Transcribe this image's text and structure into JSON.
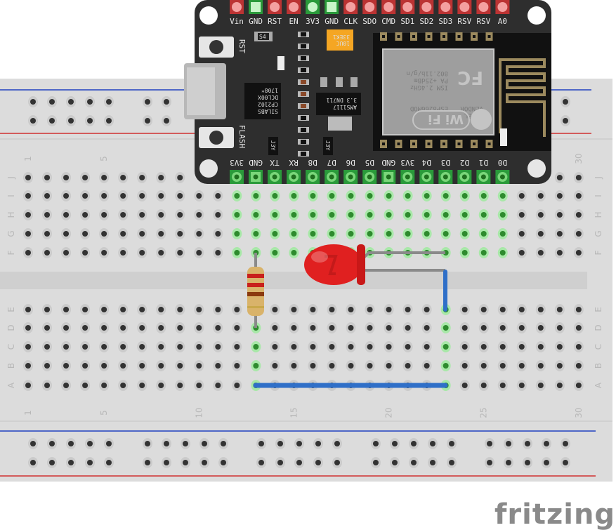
{
  "breadboard": {
    "row_letters_top": [
      "J",
      "I",
      "H",
      "G",
      "F"
    ],
    "row_letters_bottom": [
      "E",
      "D",
      "C",
      "B",
      "A"
    ],
    "column_numbers": [
      "1",
      "5",
      "10",
      "15",
      "20",
      "25",
      "30"
    ],
    "columns": 30,
    "colors": {
      "body": "#dcdcdc",
      "rail_red": "#d03030",
      "rail_blue": "#2040c0",
      "hole": "#333333",
      "hole_active": "#6fd66f"
    }
  },
  "nodemcu": {
    "top_pins": [
      "Vin",
      "GND",
      "RST",
      "EN",
      "3V3",
      "GND",
      "CLK",
      "SDO",
      "CMD",
      "SD1",
      "SD2",
      "SD3",
      "RSV",
      "RSV",
      "A0"
    ],
    "top_pin_types": [
      "power",
      "ground",
      "io",
      "io",
      "power-connected",
      "ground",
      "io",
      "io",
      "io",
      "io",
      "io",
      "io",
      "io",
      "io",
      "io"
    ],
    "bottom_pins": [
      "3V3",
      "GND",
      "TX",
      "RX",
      "D8",
      "D7",
      "D6",
      "D5",
      "GND",
      "3V3",
      "D4",
      "D3",
      "D2",
      "D1",
      "D0"
    ],
    "button_labels": {
      "rst": "RST",
      "flash": "FLASH"
    },
    "usb_chip": [
      "SILABS",
      "CP2102",
      "DCL00X",
      "1708*"
    ],
    "regulator": [
      "AMS1117",
      "3.3  DN711"
    ],
    "capacitor": [
      "10UC",
      "33EK1"
    ],
    "module": {
      "lines": [
        "MODEL",
        "VENDOR",
        "ESP8266MOD",
        "ISM 2.4GHz",
        "PA +25dBm",
        "802.11b/g/n"
      ],
      "wifi": "Wi Fi",
      "fcc": "FC"
    },
    "small_parts": [
      "S4",
      "J3Y",
      "J3Y"
    ],
    "colors": {
      "board": "#2e2e2e",
      "pin_connected": "#4caf50",
      "pin_unconnected": "#e05050"
    }
  },
  "components": {
    "resistor": {
      "colors": [
        "#c8201c",
        "#c8201c",
        "#8b3a0e",
        "#c9a84a"
      ]
    },
    "led": {
      "color": "#e02020"
    },
    "wire_color": "#2f6fc8"
  },
  "logo": "fritzing"
}
